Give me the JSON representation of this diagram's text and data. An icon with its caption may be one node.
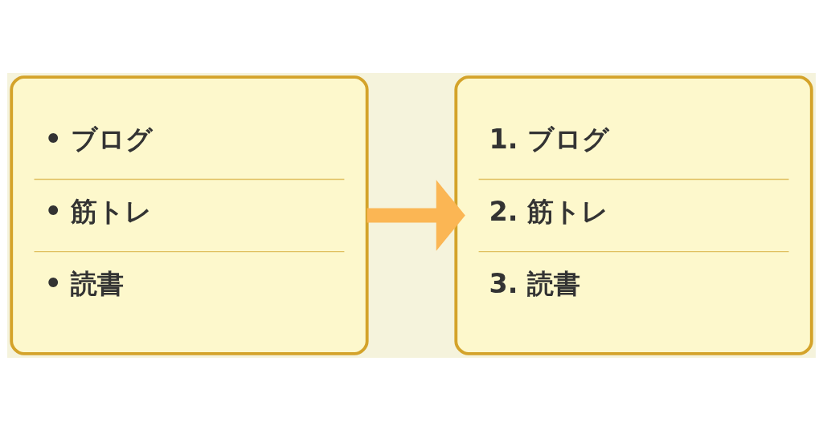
{
  "diagram": {
    "nodes": [
      {
        "text": [
          "• ブログ",
          "• 筋トレ",
          "• 読書"
        ]
      },
      {
        "text": [
          "1. ブログ",
          "2. 筋トレ",
          "3. 読書"
        ]
      }
    ],
    "edges": [
      {
        "from": 0,
        "to": 1,
        "arrow": "to"
      }
    ]
  }
}
